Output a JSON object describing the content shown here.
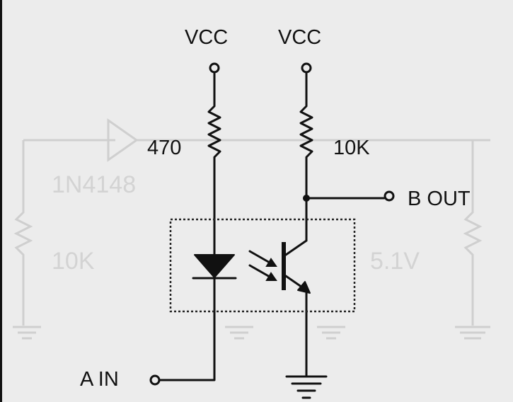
{
  "labels": {
    "vcc_left": "VCC",
    "vcc_right": "VCC",
    "resistor_left": "470",
    "resistor_right": "10K",
    "output": "B OUT",
    "input": "A IN"
  },
  "background_labels": {
    "diode_part": "1N4148",
    "resistor_value": "10K",
    "zener_voltage": "5.1V"
  },
  "colors": {
    "ink": "#111111",
    "paper": "#ececec",
    "ghost": "#cfcfcf"
  }
}
